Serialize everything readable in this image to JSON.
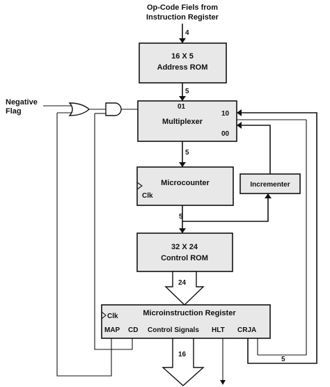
{
  "inputs": {
    "opcode_line1": "Op-Code Fiels from",
    "opcode_line2": "Instruction Register",
    "negative_line1": "Negative",
    "negative_line2": "Flag"
  },
  "blocks": {
    "address_rom_line1": "16 X 5",
    "address_rom_line2": "Address ROM",
    "multiplexer": "Multiplexer",
    "microcounter": "Microcounter",
    "incrementer": "Incrementer",
    "control_rom_line1": "32 X 24",
    "control_rom_line2": "Control ROM",
    "microinstruction_register": "Microinstruction Register"
  },
  "ports": {
    "mux_in_01": "01",
    "mux_in_10": "10",
    "mux_in_00": "00",
    "clk_microcounter": "Clk",
    "clk_mir": "Clk",
    "mir_map": "MAP",
    "mir_cd": "CD",
    "mir_control_signals": "Control Signals",
    "mir_hlt": "HLT",
    "mir_crja": "CRJA"
  },
  "bus_widths": {
    "opcode": "4",
    "address_rom_out": "5",
    "mux_out": "5",
    "microcounter_out": "5",
    "control_rom_out": "24",
    "control_signals_out": "16",
    "crja_feedback": "5"
  }
}
